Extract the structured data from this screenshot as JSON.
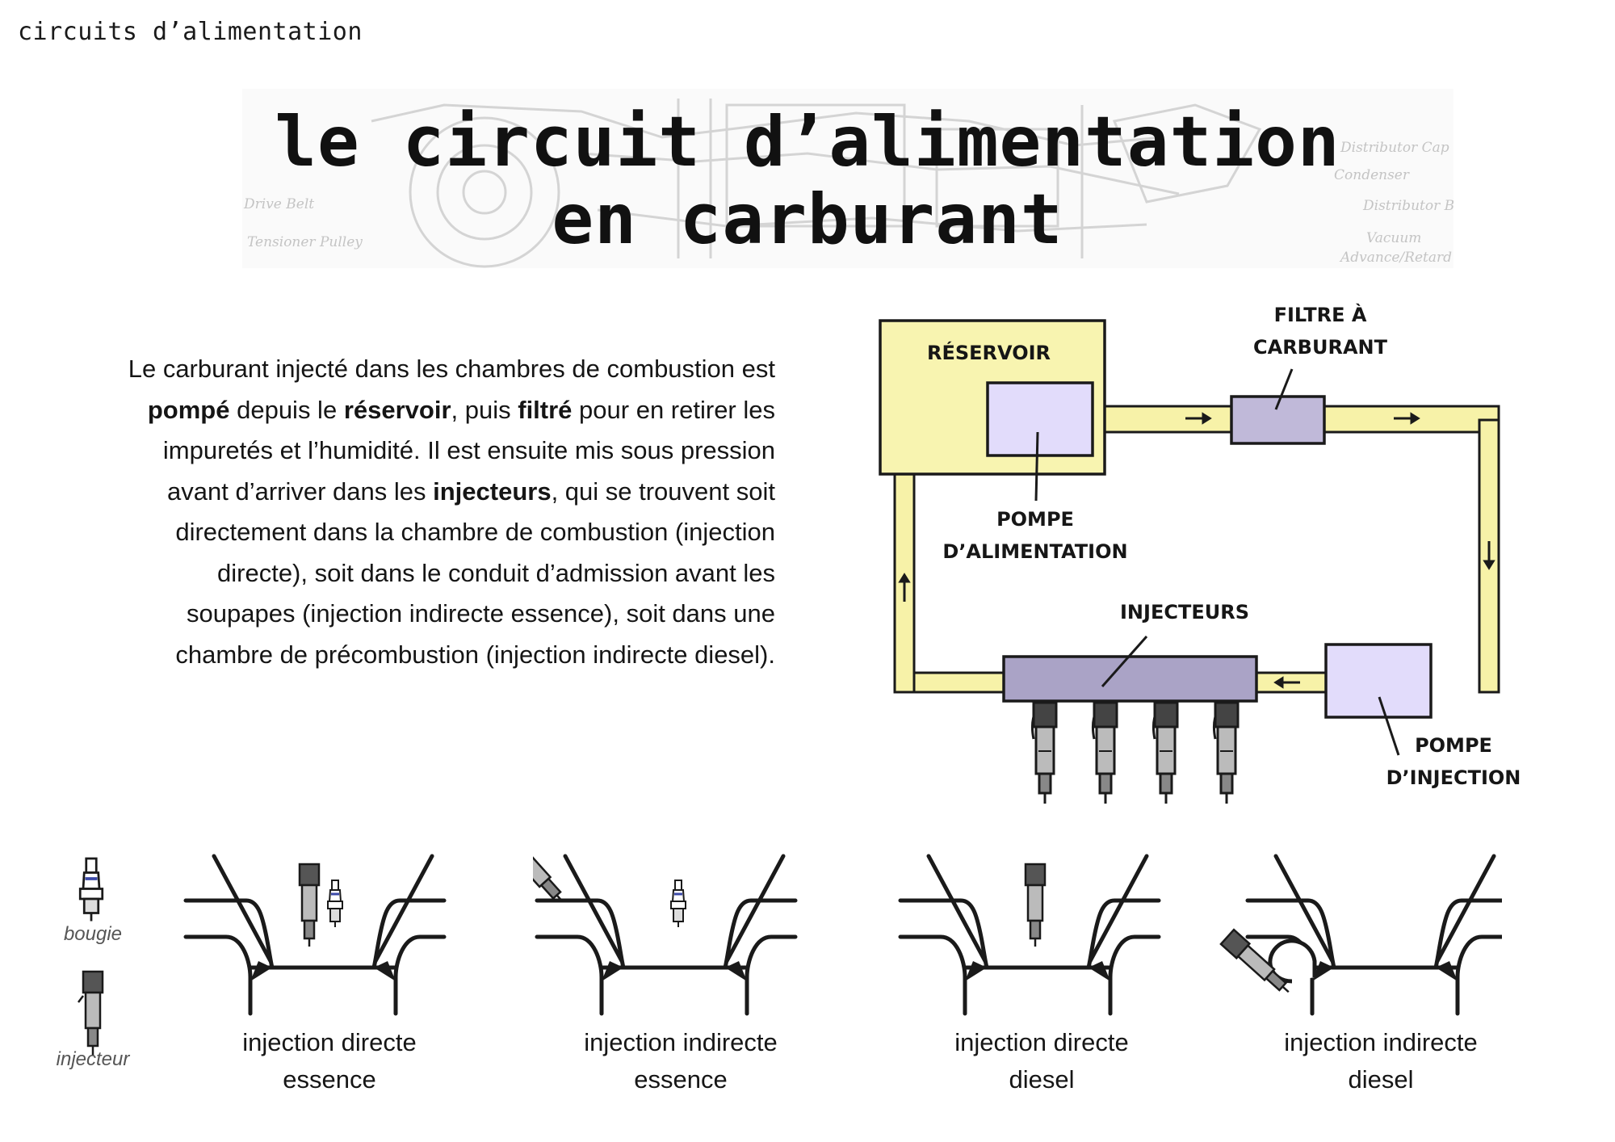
{
  "header": {
    "section_label": "circuits d’alimentation"
  },
  "title": {
    "line1": "le circuit d’alimentation",
    "line2": "en carburant"
  },
  "background_sketch_labels": [
    "Drive Belt",
    "Tensioner Pulley",
    "Distributor Cap",
    "Condenser",
    "Distributor Body",
    "Vacuum",
    "Advance/Retard"
  ],
  "intro_text": {
    "segments": [
      {
        "text": "Le carburant injecté dans les chambres de combustion est ",
        "bold": false
      },
      {
        "text": "pompé",
        "bold": true
      },
      {
        "text": " depuis le ",
        "bold": false
      },
      {
        "text": "réservoir",
        "bold": true
      },
      {
        "text": ", puis ",
        "bold": false
      },
      {
        "text": "filtré",
        "bold": true
      },
      {
        "text": " pour en retirer les impuretés et l’humidité. Il est ensuite mis sous pression avant d’arriver dans les ",
        "bold": false
      },
      {
        "text": "injecteurs",
        "bold": true
      },
      {
        "text": ", qui se trouvent soit directement dans la chambre de combustion (injection directe), soit dans le conduit d’admission avant les soupapes (injection indirecte essence), soit dans une chambre de précombustion (injection indirecte diesel).",
        "bold": false
      }
    ]
  },
  "circuit": {
    "reservoir_label": "RÉSERVOIR",
    "filter_label_line1": "FILTRE À",
    "filter_label_line2": "CARBURANT",
    "feed_pump_label_line1": "POMPE",
    "feed_pump_label_line2": "D’ALIMENTATION",
    "injectors_label": "INJECTEURS",
    "injection_pump_label_line1": "POMPE",
    "injection_pump_label_line2": "D’INJECTION",
    "colors": {
      "pipe": "#f7f2a8",
      "reservoir": "#f8f4b0",
      "pump": "#e2dcfb",
      "filter": "#c0b9d9",
      "rail": "#aaa3c6"
    }
  },
  "legend": {
    "spark_plug_label": "bougie",
    "injector_label": "injecteur"
  },
  "engines": [
    {
      "caption_line1": "injection directe",
      "caption_line2": "essence"
    },
    {
      "caption_line1": "injection indirecte",
      "caption_line2": "essence"
    },
    {
      "caption_line1": "injection directe",
      "caption_line2": "diesel"
    },
    {
      "caption_line1": "injection indirecte",
      "caption_line2": "diesel"
    }
  ]
}
